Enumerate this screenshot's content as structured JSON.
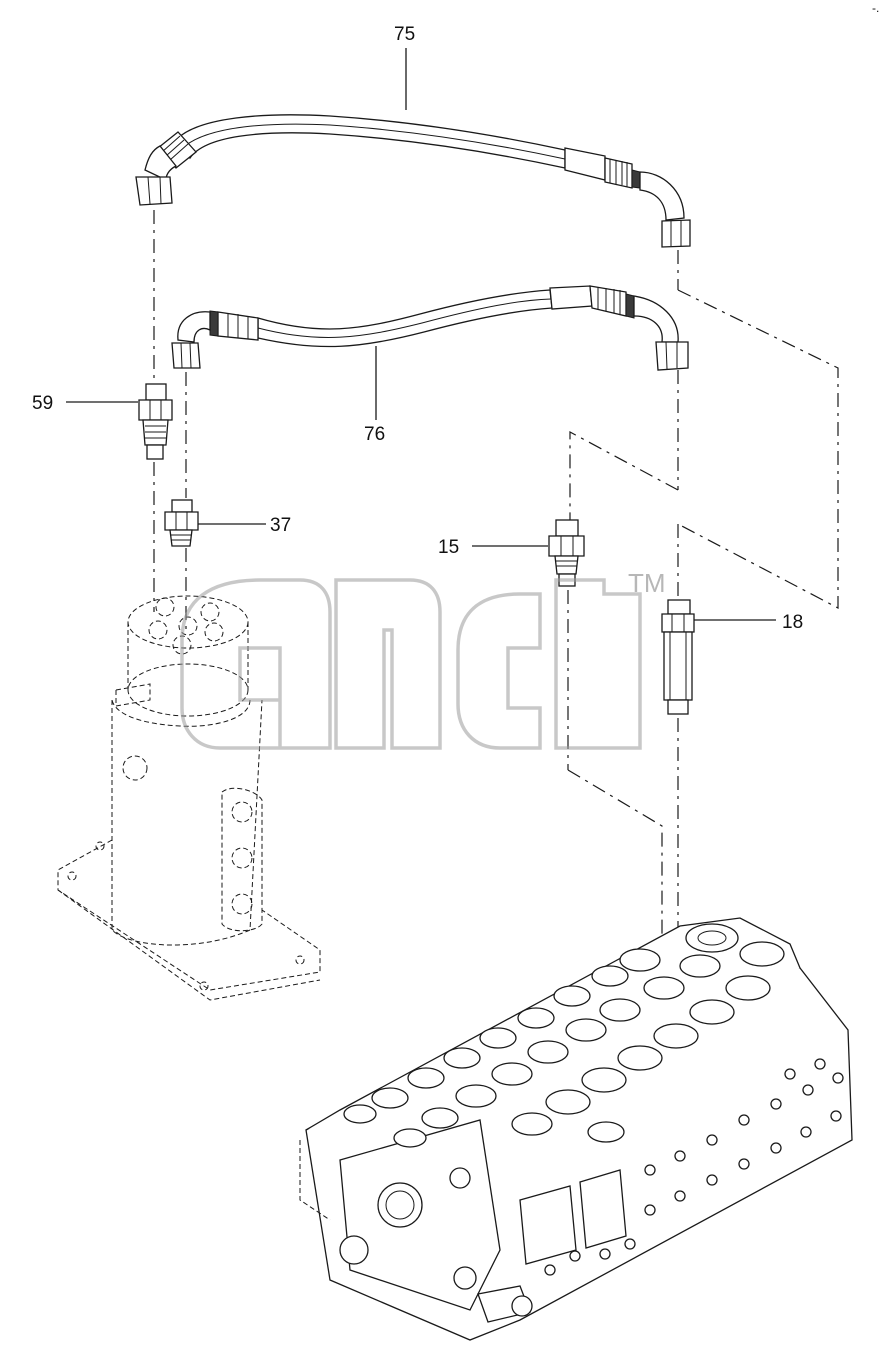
{
  "diagram": {
    "corner_mark": "-.",
    "callouts": [
      {
        "id": "c75",
        "text": "75"
      },
      {
        "id": "c76",
        "text": "76"
      },
      {
        "id": "c59",
        "text": "59"
      },
      {
        "id": "c37",
        "text": "37"
      },
      {
        "id": "c15",
        "text": "15"
      },
      {
        "id": "c18",
        "text": "18"
      }
    ],
    "watermark": {
      "tm": "TM"
    }
  }
}
